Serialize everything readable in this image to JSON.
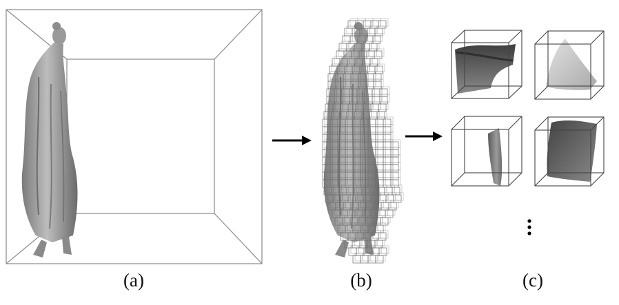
{
  "figure": {
    "panels": [
      {
        "id": "a",
        "caption": "(a)"
      },
      {
        "id": "b",
        "caption": "(b)"
      },
      {
        "id": "c",
        "caption": "(c)"
      }
    ],
    "continuation_glyph": "vertical-ellipsis",
    "arrow_icon": "right-arrow-icon",
    "colors": {
      "line": "#8a8a8a",
      "grid": "#6f6f6f",
      "figure_light": "#c9c9c9",
      "figure_mid": "#9a9a9a",
      "figure_dark": "#5e5e5e",
      "arrow": "#000000"
    }
  }
}
